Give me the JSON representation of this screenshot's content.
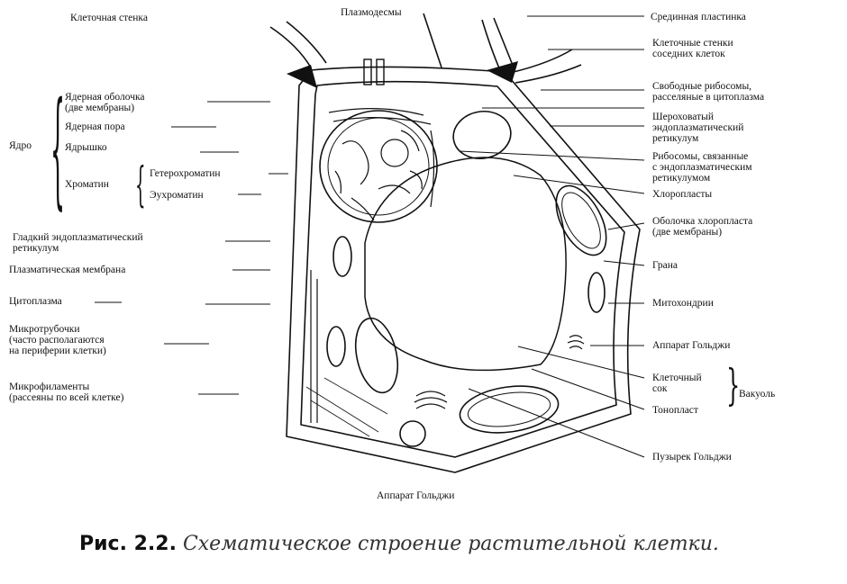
{
  "labels": {
    "cell_wall": "Клеточная стенка",
    "plasmodesmata": "Плазмодесмы",
    "middle_lamella": "Срединная пластинка",
    "neighbor_walls_1": "Клеточные стенки",
    "neighbor_walls_2": "соседних клеток",
    "free_ribosomes_1": "Свободные рибосомы,",
    "free_ribosomes_2": "расселяные в цитоплазма",
    "rough_er_1": "Шероховатый",
    "rough_er_2": "эндоплазматический",
    "rough_er_3": "ретикулум",
    "bound_ribosomes_1": "Рибосомы, связанные",
    "bound_ribosomes_2": "с эндоплазматическим",
    "bound_ribosomes_3": "ретикулумом",
    "chloroplasts": "Хлоропласты",
    "chloroplast_envelope_1": "Оболочка хлоропласта",
    "chloroplast_envelope_2": "(две мембраны)",
    "grana": "Грана",
    "mitochondria": "Митохондрии",
    "golgi_right": "Аппарат Гольджи",
    "cell_sap_1": "Клеточный",
    "cell_sap_2": "сок",
    "vacuole": "Вакуоль",
    "tonoplast": "Тонопласт",
    "golgi_vesicle": "Пузырек Гольджи",
    "golgi_bottom": "Аппарат Гольджи",
    "nuclear_envelope_1": "Ядерная оболочка",
    "nuclear_envelope_2": "(две мембраны)",
    "nuclear_pore": "Ядерная пора",
    "nucleus": "Ядро",
    "nucleolus": "Ядрышко",
    "chromatin": "Хроматин",
    "heterochromatin": "Гетерохроматин",
    "euchromatin": "Эухроматин",
    "smooth_er_1": "Гладкий эндоплазматический",
    "smooth_er_2": "ретикулум",
    "plasma_membrane": "Плазматическая мембрана",
    "cytoplasm": "Цитоплазма",
    "microtubules_1": "Микротрубочки",
    "microtubules_2": "(часто располагаются",
    "microtubules_3": "на периферии клетки)",
    "microfilaments_1": "Микрофиламенты",
    "microfilaments_2": "(рассеяны по всей клетке)"
  },
  "caption": {
    "number": "Рис. 2.2.",
    "text": "Схематическое строение растительной клетки."
  }
}
